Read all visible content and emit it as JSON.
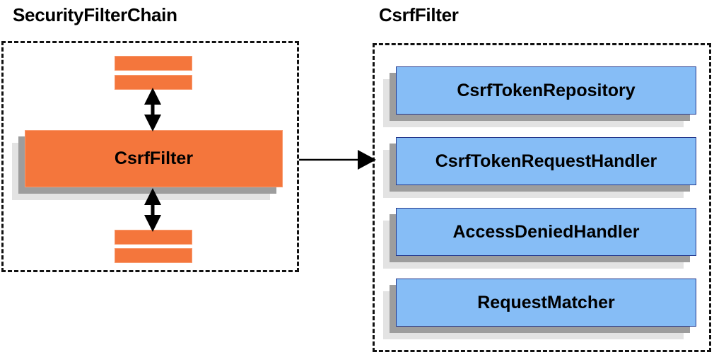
{
  "diagram": {
    "type": "block-diagram",
    "title_left": "SecurityFilterChain",
    "title_right": "CsrfFilter",
    "colors": {
      "orange_fill": "#F4763C",
      "orange_border": "#F89A6E",
      "blue_fill": "#86BDF6",
      "blue_border": "#24388C",
      "shadow_mid": "#9D9D9D",
      "shadow_back": "#E3E3E3",
      "outline": "#111111",
      "text": "#000000",
      "background": "#FFFFFF"
    }
  },
  "left_panel": {
    "title": "SecurityFilterChain",
    "main_component": {
      "label": "CsrfFilter"
    },
    "filter_bars": [
      {
        "position": "top-1"
      },
      {
        "position": "top-2"
      },
      {
        "position": "bottom-1"
      },
      {
        "position": "bottom-2"
      }
    ],
    "connectors": [
      {
        "name": "double-arrow-up",
        "direction": "bidirectional-vertical"
      },
      {
        "name": "double-arrow-down",
        "direction": "bidirectional-vertical"
      }
    ]
  },
  "right_panel": {
    "title": "CsrfFilter",
    "collaborators": [
      {
        "label": "CsrfTokenRepository"
      },
      {
        "label": "CsrfTokenRequestHandler"
      },
      {
        "label": "AccessDeniedHandler"
      },
      {
        "label": "RequestMatcher"
      }
    ]
  },
  "cross_connector": {
    "name": "expansion-arrow",
    "direction": "left-to-right",
    "from": "CsrfFilter",
    "to": "CsrfFilter detail panel"
  }
}
